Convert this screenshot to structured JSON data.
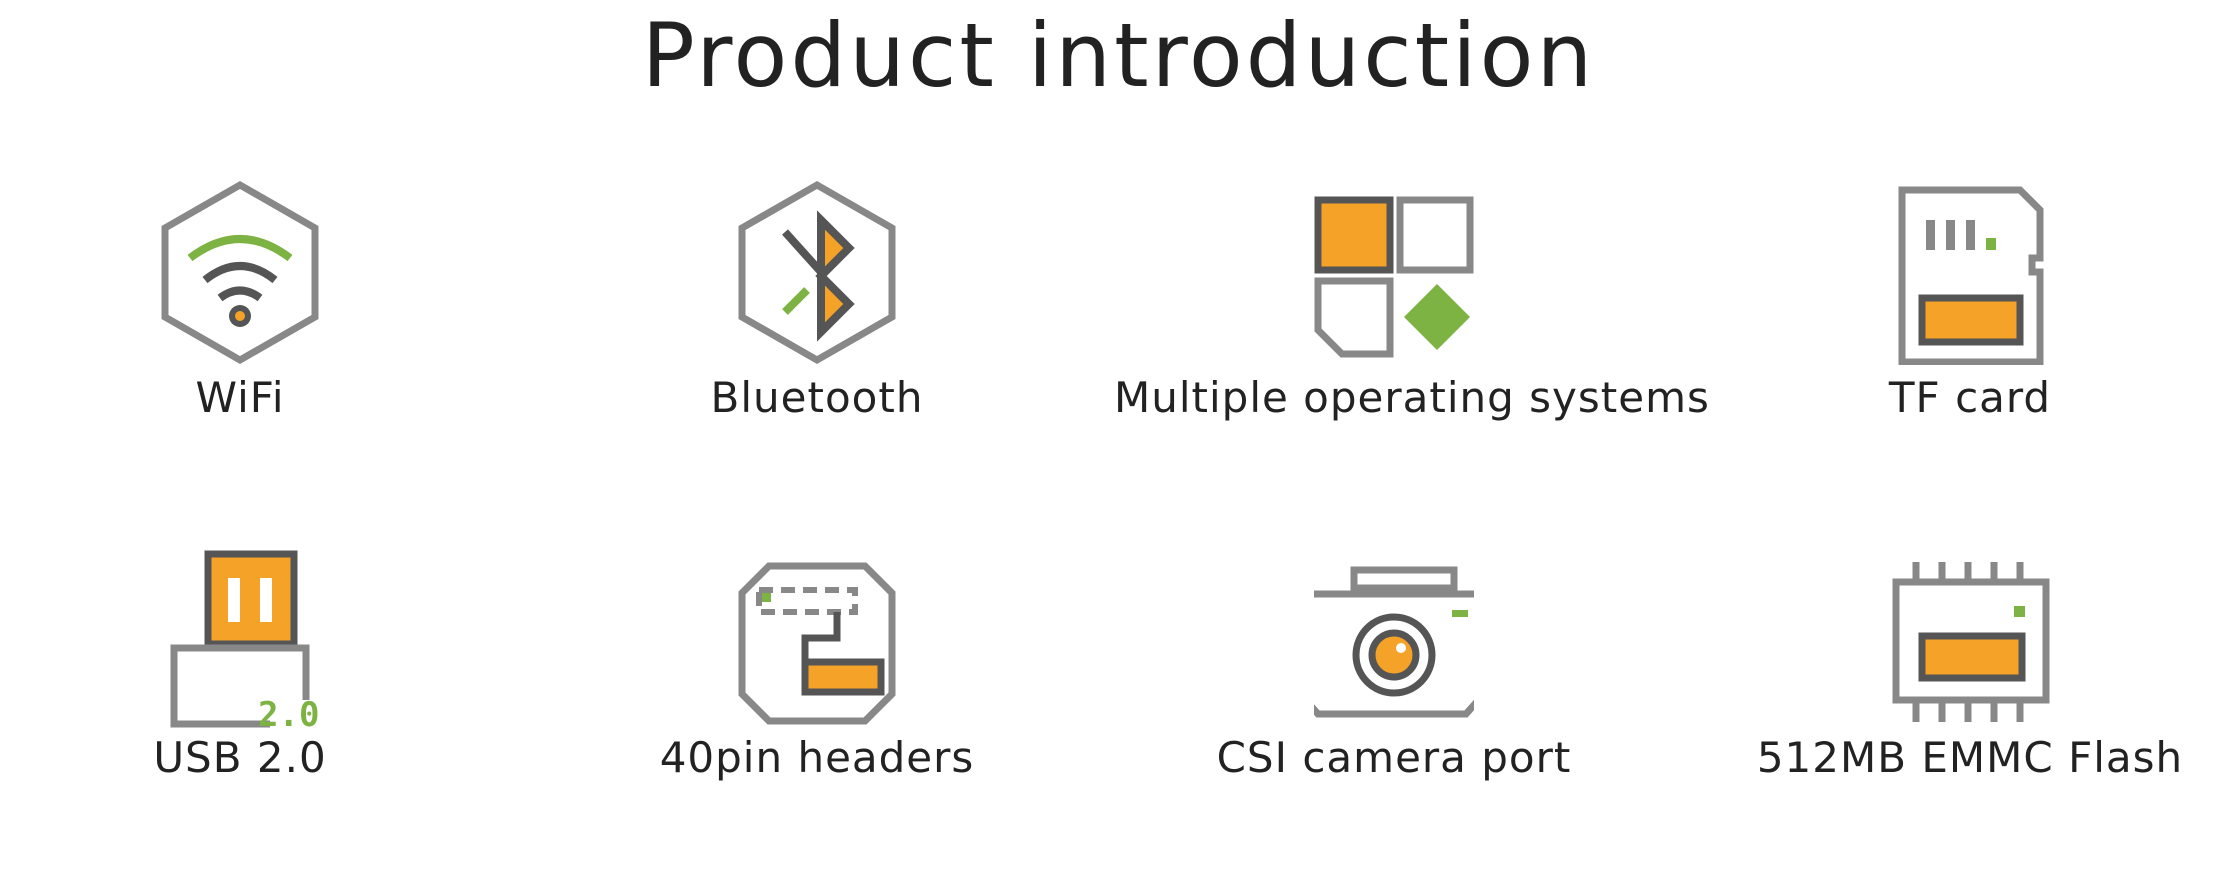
{
  "page": {
    "title": "Product introduction"
  },
  "colors": {
    "gray": "#888888",
    "dark": "#555555",
    "orange": "#f5a228",
    "green": "#7cb342"
  },
  "features": [
    {
      "label": "WiFi",
      "icon": "wifi-icon"
    },
    {
      "label": "Bluetooth",
      "icon": "bluetooth-icon"
    },
    {
      "label": "Multiple operating systems",
      "icon": "operating-systems-icon"
    },
    {
      "label": "TF card",
      "icon": "tf-card-icon"
    },
    {
      "label": "USB 2.0",
      "icon": "usb-icon"
    },
    {
      "label": "40pin headers",
      "icon": "pin-headers-icon"
    },
    {
      "label": "CSI camera port",
      "icon": "camera-icon"
    },
    {
      "label": "512MB EMMC Flash",
      "icon": "emmc-chip-icon"
    }
  ]
}
